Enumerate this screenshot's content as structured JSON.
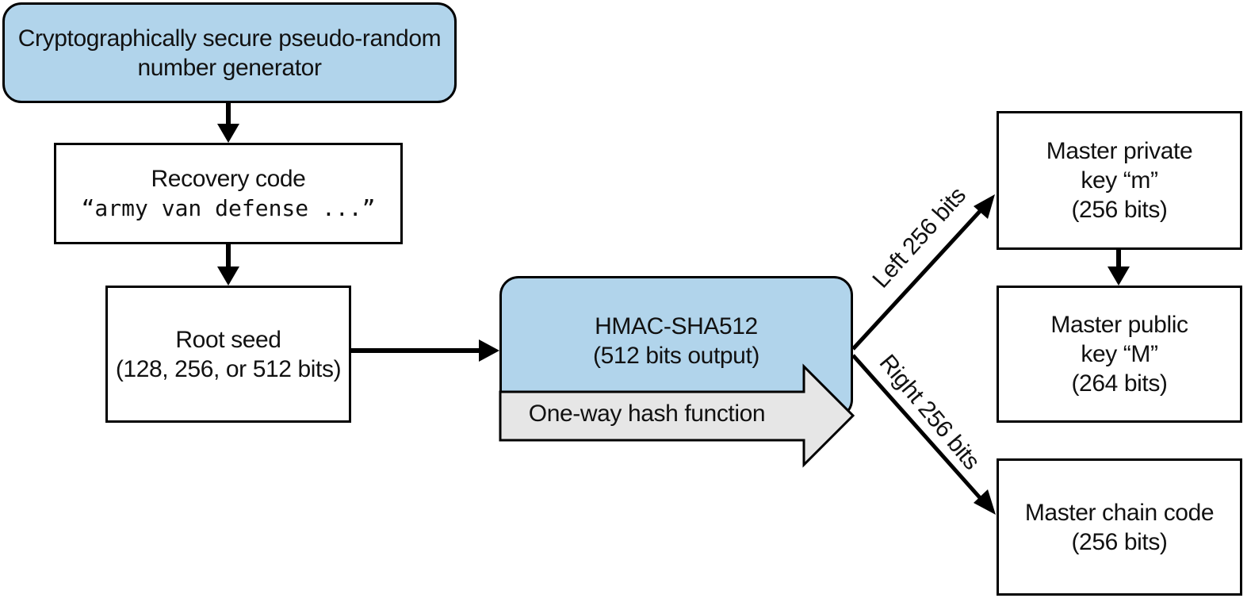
{
  "nodes": {
    "csprng": {
      "lines": [
        "Cryptographically secure pseudo-random",
        "number generator"
      ]
    },
    "recovery_code": {
      "title": "Recovery code",
      "phrase": "“army van defense ...”"
    },
    "root_seed": {
      "title": "Root seed",
      "detail": "(128, 256, or 512 bits)"
    },
    "hmac": {
      "title": "HMAC-SHA512",
      "detail": "(512 bits output)"
    },
    "hash_function": {
      "label": "One-way hash function"
    },
    "master_private_key": {
      "lines": [
        "Master private",
        "key “m”",
        "(256 bits)"
      ]
    },
    "master_public_key": {
      "lines": [
        "Master public",
        "key “M”",
        "(264 bits)"
      ]
    },
    "master_chain_code": {
      "lines": [
        "Master chain code",
        "(256 bits)"
      ]
    }
  },
  "edges": {
    "left_branch": "Left 256 bits",
    "right_branch": "Right 256 bits"
  },
  "colors": {
    "process_fill": "#b1d4eb",
    "hash_arrow_fill": "#e6e6e6",
    "stroke": "#000000",
    "box_fill": "#ffffff"
  }
}
